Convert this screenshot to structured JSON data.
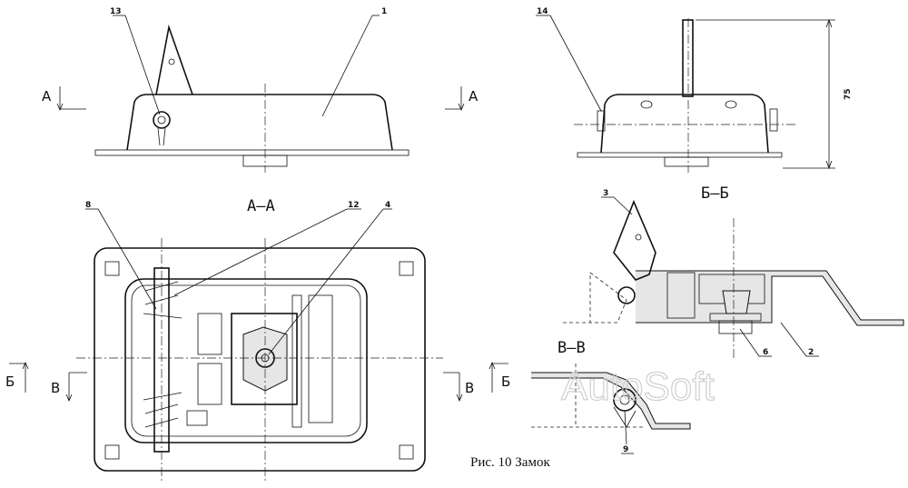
{
  "caption": "Рис. 10 Замок",
  "watermark": "AutoSoft",
  "sections": {
    "aa": "А–А",
    "bb": "Б–Б",
    "vv": "В–В"
  },
  "view_arrows": {
    "a": "А",
    "b": "Б",
    "v": "В"
  },
  "dimension": "75",
  "callouts": {
    "c1": "1",
    "c2": "2",
    "c3": "3",
    "c4": "4",
    "c6": "6",
    "c8": "8",
    "c9": "9",
    "c12": "12",
    "c13": "13",
    "c14": "14"
  }
}
